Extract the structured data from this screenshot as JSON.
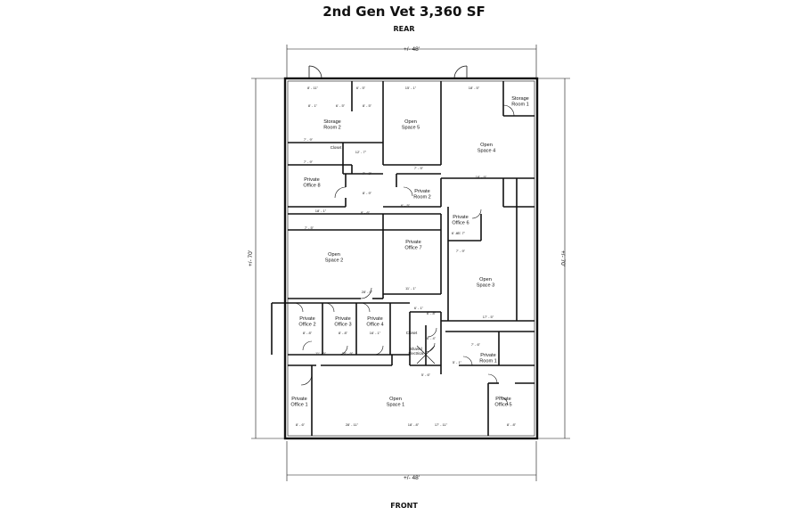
{
  "title": "2nd Gen Vet 3,360 SF",
  "rear_label": "REAR",
  "front_label": "FRONT",
  "overall_dims": {
    "width": "+/- 48'",
    "depth": "+/- 70'"
  },
  "rooms": [
    {
      "id": "storage-room-2",
      "lines": [
        "Storage",
        "Room 2"
      ]
    },
    {
      "id": "open-space-5",
      "lines": [
        "Open",
        "Space 5"
      ]
    },
    {
      "id": "storage-room-1",
      "lines": [
        "Storage",
        "Room 1"
      ]
    },
    {
      "id": "open-space-4",
      "lines": [
        "Open",
        "Space 4"
      ]
    },
    {
      "id": "closet-1",
      "lines": [
        "Closet"
      ]
    },
    {
      "id": "private-office-8",
      "lines": [
        "Private",
        "Office 8"
      ]
    },
    {
      "id": "private-room-2",
      "lines": [
        "Private",
        "Room 2"
      ]
    },
    {
      "id": "private-office-6",
      "lines": [
        "Private",
        "Office 6"
      ]
    },
    {
      "id": "open-space-2",
      "lines": [
        "Open",
        "Space 2"
      ]
    },
    {
      "id": "private-office-7",
      "lines": [
        "Private",
        "Office 7"
      ]
    },
    {
      "id": "open-space-3",
      "lines": [
        "Open",
        "Space 3"
      ]
    },
    {
      "id": "private-office-2",
      "lines": [
        "Private",
        "Office 2"
      ]
    },
    {
      "id": "private-office-3",
      "lines": [
        "Private",
        "Office 3"
      ]
    },
    {
      "id": "private-office-4",
      "lines": [
        "Private",
        "Office 4"
      ]
    },
    {
      "id": "closet-2",
      "lines": [
        "Closet"
      ]
    },
    {
      "id": "shared-electrical",
      "lines": [
        "Shared",
        "Electrical"
      ]
    },
    {
      "id": "private-room-1",
      "lines": [
        "Private",
        "Room 1"
      ]
    },
    {
      "id": "private-office-1",
      "lines": [
        "Private",
        "Office 1"
      ]
    },
    {
      "id": "open-space-1",
      "lines": [
        "Open",
        "Space 1"
      ]
    },
    {
      "id": "private-office-5",
      "lines": [
        "Private",
        "Office 5"
      ]
    }
  ],
  "dimensions": [
    "8' - 11\"",
    "6' - 5\"",
    "15' - 1\"",
    "18' - 5\"",
    "8' - 1\"",
    "6' - 5\"",
    "8' - 5\"",
    "7' - 9\"",
    "7' - 9\"",
    "12' - 7\"",
    "7' - 3\"",
    "18' - 9\"",
    "7' - 5\"",
    "6' - 5\"",
    "8' - 9\"",
    "6' - 6\"",
    "18' - 1\"",
    "8' - 6\"",
    "7' - 9\"",
    "11' - 1\"",
    "6' - 7\"",
    "7' - 5\"",
    "28' - 5\"",
    "17' - 5\"",
    "6' - 1\"",
    "6' - 8\"",
    "8' - 8\"",
    "8' - 8\"",
    "16' - 1\"",
    "11' - 9\"",
    "7' - 6\"",
    "28' - 11\"",
    "8' - 6\"",
    "18' - 8\"",
    "17' - 11\"",
    "8' - 8\"",
    "5' - 6\"",
    "20' - 9\"",
    "6' - 4\"",
    "5' - 1\""
  ]
}
